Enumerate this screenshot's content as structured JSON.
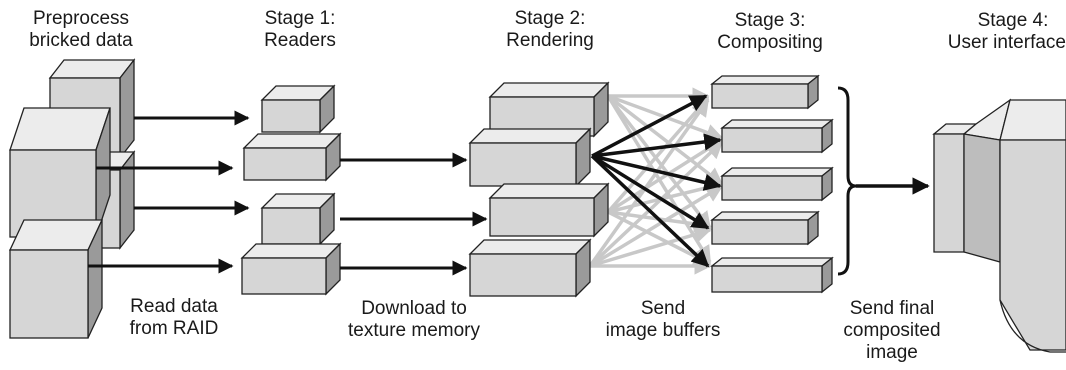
{
  "stages": {
    "preprocess": {
      "line1": "Preprocess",
      "line2": "bricked data"
    },
    "readers": {
      "line1": "Stage 1:",
      "line2": "Readers"
    },
    "rendering": {
      "line1": "Stage 2:",
      "line2": "Rendering"
    },
    "compositing": {
      "line1": "Stage 3:",
      "line2": "Compositing"
    },
    "ui": {
      "line1": "Stage 4:",
      "line2": "User interface"
    }
  },
  "steps": {
    "read": {
      "line1": "Read data",
      "line2": "from RAID"
    },
    "download": {
      "line1": "Download to",
      "line2": "texture memory"
    },
    "send_buffers": {
      "line1": "Send",
      "line2": "image buffers"
    },
    "send_final": {
      "line1": "Send final",
      "line2": "composited",
      "line3": "image"
    }
  },
  "colors": {
    "box_front": "#d6d6d6",
    "box_top": "#ececec",
    "box_side": "#9a9a9a",
    "arrow_dark": "#111111",
    "arrow_light": "#c8c8c8"
  }
}
